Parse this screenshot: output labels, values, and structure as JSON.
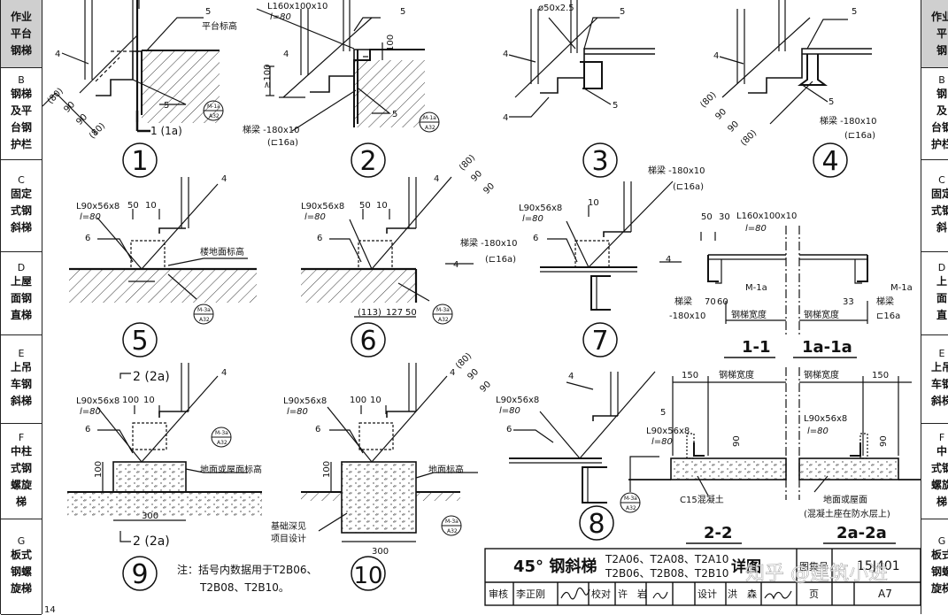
{
  "side_tabs": [
    {
      "code": "",
      "lines": [
        "作业",
        "平台",
        "钢梯"
      ],
      "active": true
    },
    {
      "code": "B",
      "lines": [
        "钢梯",
        "及平",
        "台钢",
        "护栏"
      ],
      "active": false
    },
    {
      "code": "C",
      "lines": [
        "固定",
        "式钢",
        "斜梯"
      ],
      "active": false
    },
    {
      "code": "D",
      "lines": [
        "上屋",
        "面钢",
        "直梯"
      ],
      "active": false
    },
    {
      "code": "E",
      "lines": [
        "上吊",
        "车钢",
        "斜梯"
      ],
      "active": false
    },
    {
      "code": "F",
      "lines": [
        "中柱",
        "式钢",
        "螺旋",
        "梯"
      ],
      "active": false
    },
    {
      "code": "G",
      "lines": [
        "板式",
        "钢螺",
        "旋梯"
      ],
      "active": false
    }
  ],
  "right_tabs": [
    {
      "code": "",
      "lines": [
        "作业",
        "平",
        "钢"
      ],
      "active": true
    },
    {
      "code": "B",
      "lines": [
        "钢",
        "及",
        "台钢",
        "护栏"
      ],
      "active": false
    },
    {
      "code": "C",
      "lines": [
        "固定",
        "式钢",
        "斜"
      ],
      "active": false
    },
    {
      "code": "D",
      "lines": [
        "上",
        "面",
        "直"
      ],
      "active": false
    },
    {
      "code": "E",
      "lines": [
        "上吊",
        "车钢",
        "斜梯"
      ],
      "active": false
    },
    {
      "code": "F",
      "lines": [
        "中",
        "式钢",
        "螺旋",
        "梯"
      ],
      "active": false
    },
    {
      "code": "G",
      "lines": [
        "板式",
        "钢螺",
        "旋梯"
      ],
      "active": false
    }
  ],
  "details": {
    "d1": {
      "num": "1",
      "label_platform": "平台标高",
      "w4": "4",
      "w5a": "5",
      "w5b": "5",
      "dim_a": "(80)",
      "dim_b": "90",
      "dim_c": "90",
      "dim_d": "(80)",
      "section": "1 (1a)",
      "ref_top": "M-1a",
      "ref_bot": "A32"
    },
    "d2": {
      "num": "2",
      "angle": "L160x100x10",
      "len": "l=80",
      "w4": "4",
      "w5a": "5",
      "w5b": "5",
      "dim_v": "≥100",
      "dim_100": "100",
      "beam": "梯梁 -180x10",
      "beam2": "(⊏16a)",
      "ref_top": "M-1a",
      "ref_bot": "A32"
    },
    "d3": {
      "num": "3",
      "pipe": "ø50x2.5",
      "w4a": "4",
      "w4b": "4",
      "w5a": "5",
      "w5b": "5"
    },
    "d4": {
      "num": "4",
      "w4": "4",
      "w5a": "5",
      "w5b": "5",
      "dim_a": "(80)",
      "dim_b": "90",
      "dim_c": "90",
      "dim_d": "(80)",
      "beam": "梯梁 -180x10",
      "beam2": "(⊏16a)"
    },
    "d5": {
      "num": "5",
      "angle": "L90x56x8",
      "len": "l=80",
      "dim_50": "50",
      "dim_10": "10",
      "w6": "6",
      "w4": "4",
      "floor": "楼地面标高",
      "ref_top": "M-3a",
      "ref_bot": "A32"
    },
    "d6": {
      "num": "6",
      "angle": "L90x56x8",
      "len": "l=80",
      "dim_50": "50",
      "dim_10": "10",
      "w6": "6",
      "w4a": "4",
      "w4b": "4",
      "dim_a": "(80)",
      "dim_b": "90",
      "dim_c": "90",
      "beam": "梯梁 -180x10",
      "beam2": "(⊏16a)",
      "dim_113": "(113)",
      "dim_127": "127",
      "dim_50b": "50",
      "ref_top": "M-3a",
      "ref_bot": "A32"
    },
    "d7": {
      "num": "7",
      "angle": "L90x56x8",
      "len": "l=80",
      "dim_10": "10",
      "w6": "6",
      "w4": "4",
      "beam": "梯梁 -180x10",
      "beam2": "(⊏16a)"
    },
    "d8": {
      "num": "8",
      "angle": "L90x56x8",
      "len": "l=80",
      "w6": "6",
      "w4": "4"
    },
    "d9": {
      "num": "9",
      "angle": "L90x56x8",
      "len": "l=80",
      "dim_100": "100",
      "dim_10": "10",
      "w6": "6",
      "w4": "4",
      "ground": "地面或屋面标高",
      "dim_v100": "100",
      "dim_300": "300",
      "section": "2 (2a)",
      "section_b": "2 (2a)",
      "ref_top": "M-3a",
      "ref_bot": "A32"
    },
    "d10": {
      "num": "10",
      "angle": "L90x56x8",
      "len": "l=80",
      "dim_100": "100",
      "dim_10": "10",
      "w6": "6",
      "w4": "4",
      "dim_a": "(80)",
      "dim_b": "90",
      "dim_c": "90",
      "ground": "地面标高",
      "dim_v100": "100",
      "found1": "基础深见",
      "found2": "项目设计",
      "dim_300": "300",
      "ref_top": "M-3a",
      "ref_bot": "A32"
    }
  },
  "sections": {
    "s11": {
      "title": "1-1",
      "dim_50": "50",
      "dim_30": "30",
      "beam": "梯梁",
      "beam2": "-180x10",
      "dim_70": "70",
      "dim_60": "60",
      "width": "钢梯宽度",
      "m1a": "M-1a"
    },
    "s1a": {
      "title": "1a-1a",
      "angle": "L160x100x10",
      "len": "l=80",
      "width": "钢梯宽度",
      "dim_33": "33",
      "beam": "梯梁",
      "beam2": "⊏16a",
      "m1a": "M-1a"
    },
    "s22": {
      "title": "2-2",
      "dim_150": "150",
      "width": "钢梯宽度",
      "w5": "5",
      "angle": "L90x56x8",
      "len": "l=80",
      "dim_90": "90",
      "concrete": "C15混凝土",
      "ref_top": "M-3a",
      "ref_bot": "A32"
    },
    "s2a": {
      "title": "2a-2a",
      "width": "钢梯宽度",
      "dim_150": "150",
      "angle": "L90x56x8",
      "len": "l=80",
      "dim_90": "90",
      "ground": "地面或屋面",
      "ground2": "(混凝土座在防水层上)"
    }
  },
  "note": {
    "line1": "注：括号内数据用于T2B06、",
    "line2": "T2B08、T2B10。"
  },
  "title_block": {
    "title": "45° 钢斜梯",
    "codes1": "T2A06、T2A08、T2A10",
    "codes2": "T2B06、T2B08、T2B10",
    "suffix": "详图",
    "atlas_label": "图集号",
    "atlas_no": "15J401",
    "review_label": "审核",
    "reviewer": "李正刚",
    "check_label": "校对",
    "checker": "许　岩",
    "design_label": "设计",
    "designer": "洪　森",
    "page_label": "页",
    "page_no": "A7"
  },
  "watermark": "知乎 @建筑小进",
  "page_corner": "14"
}
